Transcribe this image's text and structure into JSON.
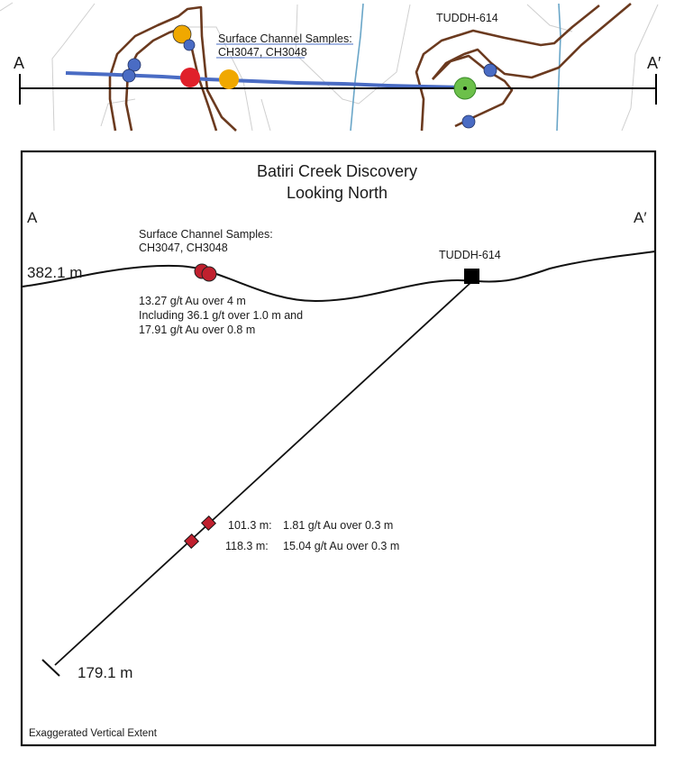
{
  "map_view": {
    "section_start_label": "A",
    "section_end_label": "A′",
    "channel_label_line1": "Surface Channel Samples:",
    "channel_label_line2": "CH3047, CH3048",
    "drillhole_label": "TUDDH-614",
    "colors": {
      "contour": "#6b3a1f",
      "topo_line": "#c8c8c8",
      "creek": "#6aa6c8",
      "channel_trace": "#4a6cc4",
      "sample_blue": "#4a6cc4",
      "sample_orange": "#f0a800",
      "sample_red": "#e0202a",
      "drill_collar": "#6cc04a",
      "section_line": "#000000"
    }
  },
  "section_view": {
    "title_line1": "Batiri Creek Discovery",
    "title_line2": "Looking North",
    "start_label": "A",
    "end_label": "A′",
    "collar_elevation_label": "382.1 m",
    "channel_label_line1": "Surface Channel Samples:",
    "channel_label_line2": "CH3047, CH3048",
    "channel_result_line1": "13.27 g/t Au over 4 m",
    "channel_result_line2": "Including 36.1 g/t over 1.0 m and",
    "channel_result_line3": "17.91 g/t Au over 0.8 m",
    "drillhole_label": "TUDDH-614",
    "intercepts": [
      {
        "depth": "101.3 m:",
        "result": "1.81 g/t Au over 0.3 m"
      },
      {
        "depth": "118.3 m:",
        "result": "15.04 g/t Au over 0.3 m"
      }
    ],
    "end_of_hole_label": "179.1 m",
    "footnote": "Exaggerated Vertical Extent",
    "colors": {
      "sample_marker": "#c0202e",
      "frame": "#111111"
    }
  }
}
